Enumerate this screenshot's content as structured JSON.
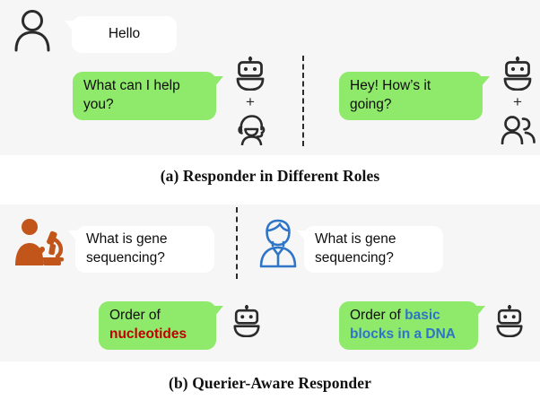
{
  "figure": {
    "background": "#ffffff",
    "panel_background": "#f6f6f6",
    "bubble_green": "#8fe96b",
    "bubble_white": "#ffffff",
    "accent_red": "#c00000",
    "accent_blue": "#2e75c7",
    "icon_orange": "#c2551a",
    "icon_blue": "#2e75c7",
    "icon_dark": "#2b2b2b"
  },
  "panel_a": {
    "caption": "(a) Responder in Different Roles",
    "left": {
      "querier_icon": "person-icon",
      "query_text": "Hello",
      "response_text": "What can I help you?",
      "responder_robot_icon": "robot-icon",
      "responder_plus": "+",
      "responder_role_icon": "headset-agent-icon"
    },
    "right": {
      "response_text": "Hey! How’s it going?",
      "responder_robot_icon": "robot-icon",
      "responder_plus": "+",
      "responder_role_icon": "people-group-icon"
    }
  },
  "panel_b": {
    "caption": "(b) Querier-Aware Responder",
    "left": {
      "querier_icon": "scientist-microscope-icon",
      "query_text": "What is gene sequencing?",
      "answer_prefix": "Order of ",
      "answer_highlight": "nucleotides",
      "answer_highlight_color": "#c00000",
      "responder_robot_icon": "robot-icon"
    },
    "right": {
      "querier_icon": "student-icon",
      "query_text": "What is gene sequencing?",
      "answer_prefix": "Order of ",
      "answer_highlight": "basic blocks in a DNA",
      "answer_highlight_color": "#2e75c7",
      "responder_robot_icon": "robot-icon"
    }
  }
}
